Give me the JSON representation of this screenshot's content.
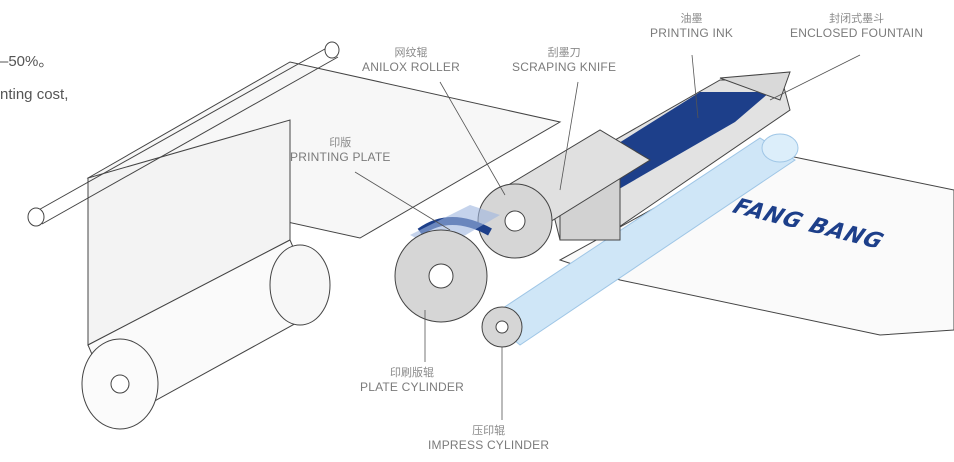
{
  "side_text": {
    "line1": "–50%。",
    "line2": "nting cost,"
  },
  "labels": {
    "printing_ink": {
      "cn": "油墨",
      "en": "PRINTING INK"
    },
    "enclosed_fountain": {
      "cn": "封闭式墨斗",
      "en": "ENCLOSED FOUNTAIN"
    },
    "anilox_roller": {
      "cn": "网纹辊",
      "en": "ANILOX ROLLER"
    },
    "scraping_knife": {
      "cn": "刮墨刀",
      "en": "SCRAPING KNIFE"
    },
    "printing_plate": {
      "cn": "印版",
      "en": "PRINTING PLATE"
    },
    "plate_cylinder": {
      "cn": "印刷版辊",
      "en": "PLATE CYLINDER"
    },
    "impress_cylinder": {
      "cn": "压印辊",
      "en": "IMPRESS CYLINDER"
    }
  },
  "brand_text": "FANG BANG",
  "colors": {
    "ink_blue": "#1d3f8a",
    "light_blue": "#cfe6f7",
    "roller_grey": "#d6d6d6",
    "line_grey": "#4a4a4a",
    "label_grey": "#7b7b7b"
  }
}
